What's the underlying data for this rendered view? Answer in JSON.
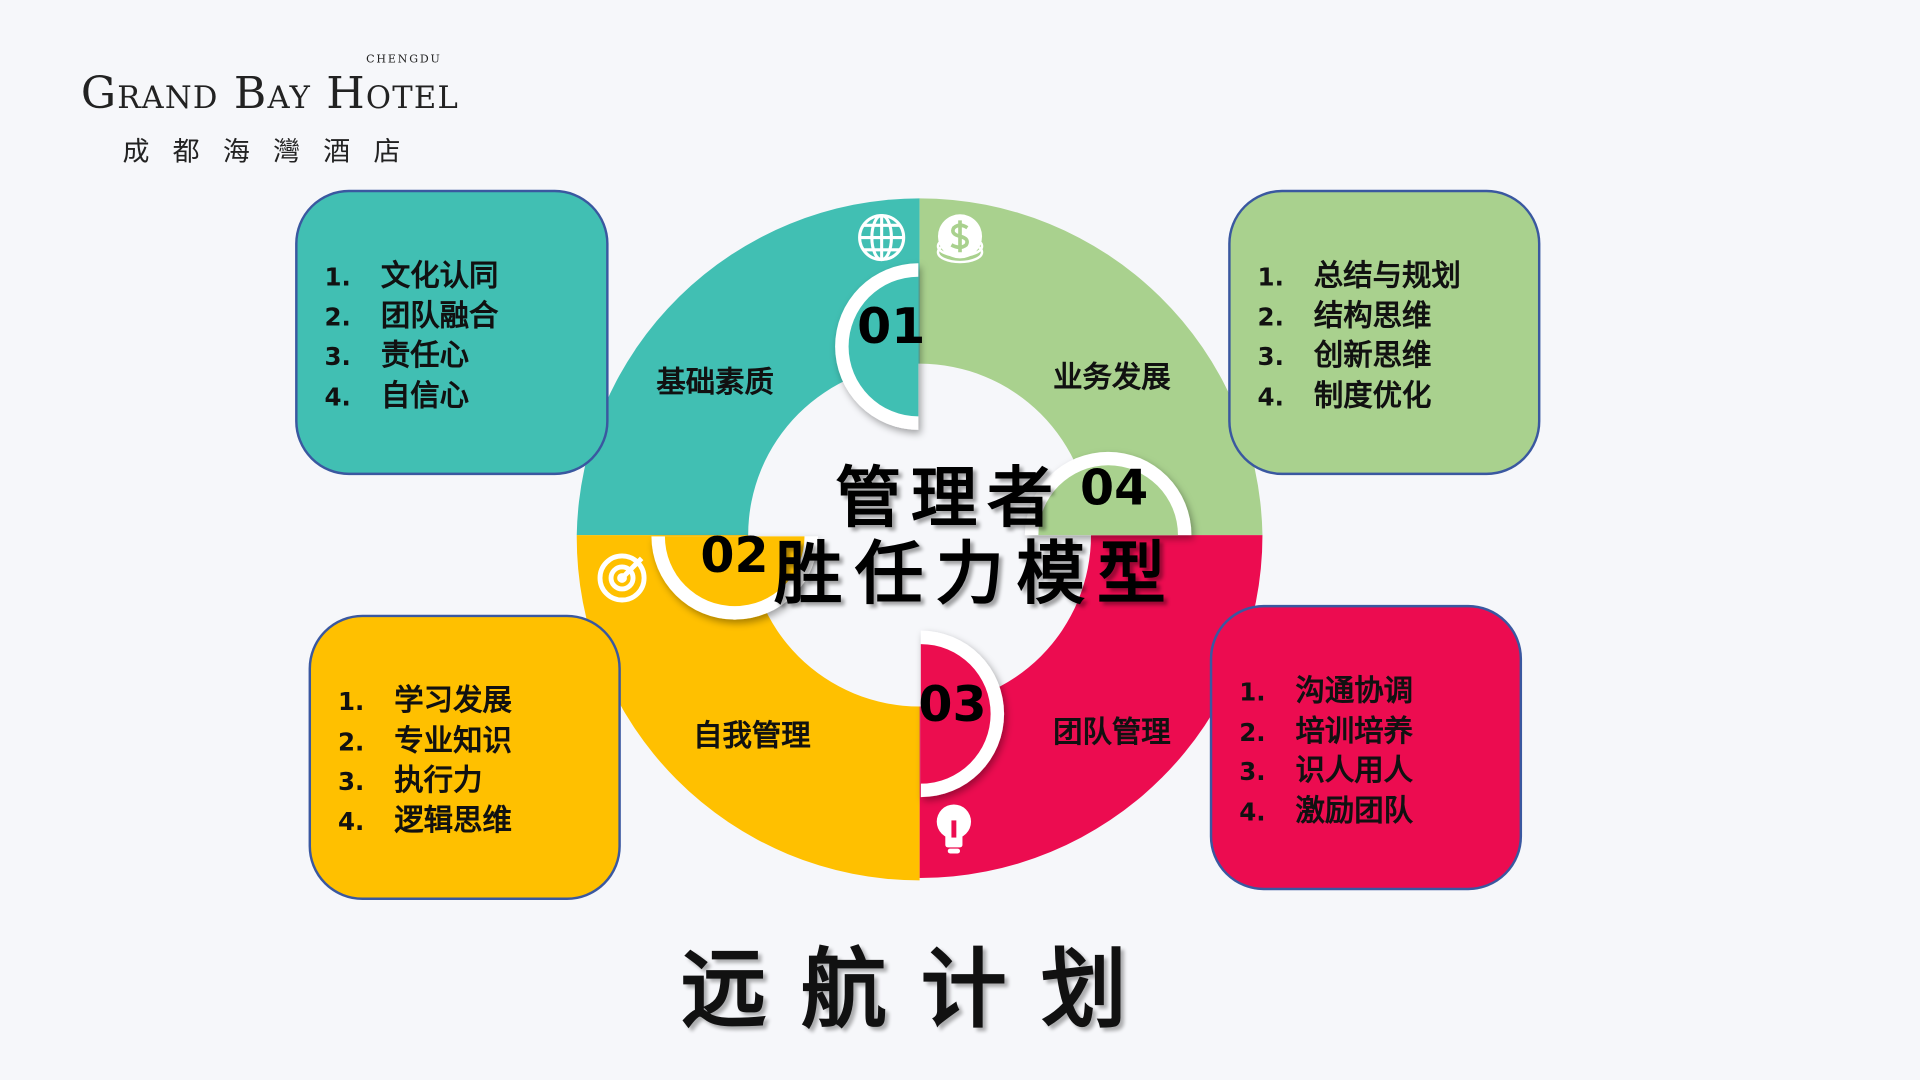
{
  "logo": {
    "english": "Grand Bay Hotel",
    "city": "CHENGDU",
    "chinese": "成都海灣酒店"
  },
  "center_title": {
    "line1": "管理者",
    "line2": "胜任力模型"
  },
  "segments": [
    {
      "num": "01",
      "label": "基础素质",
      "color": "#41BFB3",
      "icon": "globe-icon",
      "items": [
        "文化认同",
        "团队融合",
        "责任心",
        "自信心"
      ]
    },
    {
      "num": "02",
      "label": "自我管理",
      "color": "#FFC000",
      "icon": "target-icon",
      "items": [
        "学习发展",
        "专业知识",
        "执行力",
        "逻辑思维"
      ]
    },
    {
      "num": "03",
      "label": "团队管理",
      "color": "#EC0C50",
      "icon": "lightbulb-icon",
      "items": [
        "沟通协调",
        "培训培养",
        "识人用人",
        "激励团队"
      ]
    },
    {
      "num": "04",
      "label": "业务发展",
      "color": "#A9D18E",
      "icon": "dollar-coins-icon",
      "items": [
        "总结与规划",
        "结构思维",
        "创新思维",
        "制度优化"
      ]
    }
  ],
  "item_numbers": [
    "1.",
    "2.",
    "3.",
    "4."
  ],
  "footer_title": "远航计划"
}
